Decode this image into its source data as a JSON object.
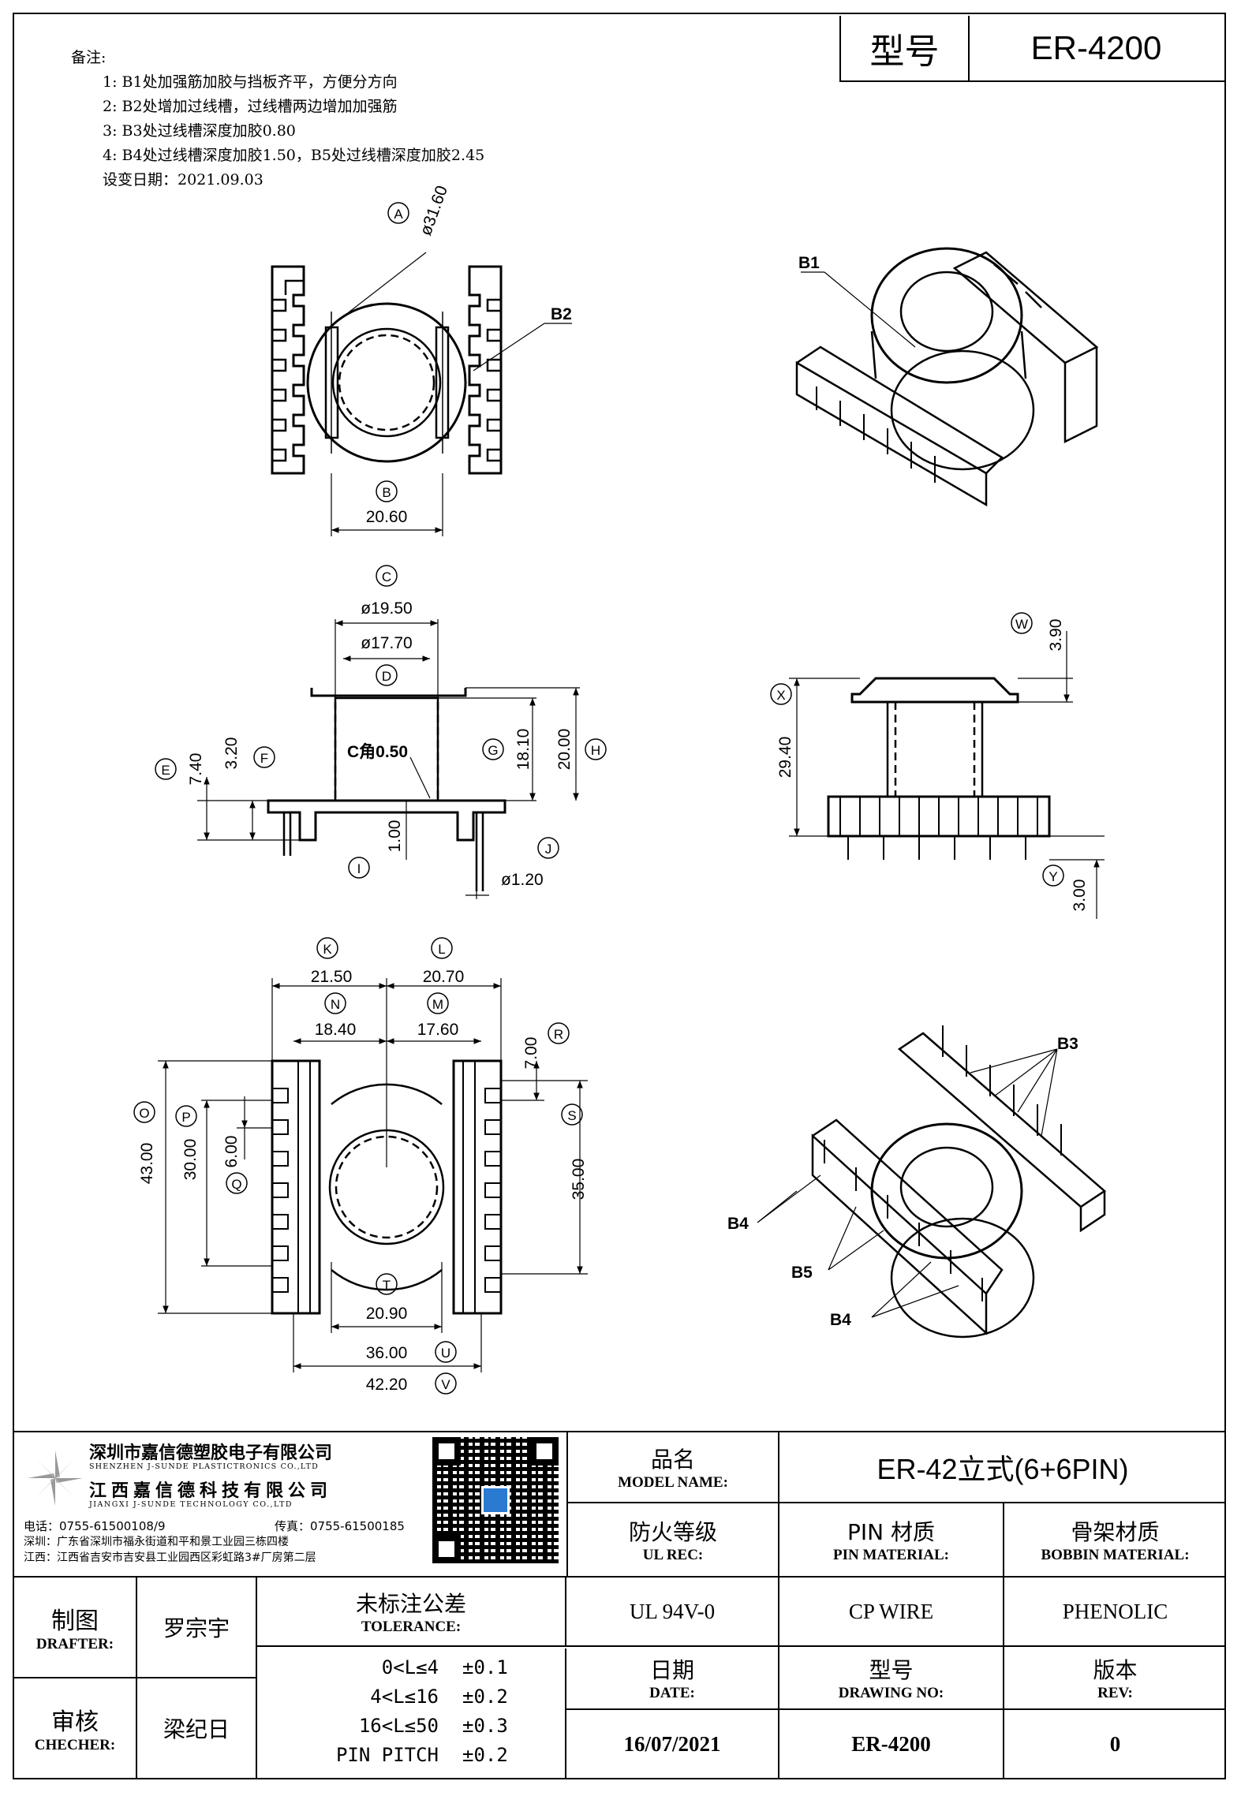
{
  "header": {
    "type_label": "型号",
    "type_value": "ER-4200"
  },
  "notes": {
    "title": "备注:",
    "items": [
      "1: B1处加强筋加胶与挡板齐平，方便分方向",
      "2: B2处增加过线槽，过线槽两边增加加强筋",
      "3: B3处过线槽深度加胶0.80",
      "4: B4处过线槽深度加胶1.50，B5处过线槽深度加胶2.45"
    ],
    "change_date": "设变日期：2021.09.03"
  },
  "top_view": {
    "a_marker": "A",
    "a_dim": "ø31.60",
    "b_marker": "B",
    "b_dim": "20.60",
    "b2": "B2"
  },
  "iso_top": {
    "b1": "B1"
  },
  "front_view": {
    "c_marker": "C",
    "c_dim": "ø19.50",
    "d_marker": "D",
    "d_dim": "ø17.70",
    "chamfer": "C角0.50",
    "e_marker": "E",
    "e_dim": "7.40",
    "f_marker": "F",
    "f_dim": "3.20",
    "g_marker": "G",
    "g_dim": "18.10",
    "h_marker": "H",
    "h_dim": "20.00",
    "i_marker": "I",
    "i_dim": "1.00",
    "j_marker": "J",
    "j_dim": "ø1.20"
  },
  "side_view": {
    "w_marker": "W",
    "w_dim": "3.90",
    "x_marker": "X",
    "x_dim": "29.40",
    "y_marker": "Y",
    "y_dim": "3.00"
  },
  "bottom_view": {
    "k_marker": "K",
    "k_dim": "21.50",
    "l_marker": "L",
    "l_dim": "20.70",
    "n_marker": "N",
    "n_dim": "18.40",
    "m_marker": "M",
    "m_dim": "17.60",
    "r_marker": "R",
    "r_dim": "7.00",
    "o_marker": "O",
    "o_dim": "43.00",
    "p_marker": "P",
    "p_dim": "30.00",
    "q_marker": "Q",
    "q_dim": "6.00",
    "s_marker": "S",
    "s_dim": "35.00",
    "t_marker": "T",
    "t_dim": "20.90",
    "u_marker": "U",
    "u_dim": "36.00",
    "v_marker": "V",
    "v_dim": "42.20"
  },
  "iso_bottom": {
    "b3": "B3",
    "b4a": "B4",
    "b5": "B5",
    "b4b": "B4"
  },
  "company": {
    "name_sz": "深圳市嘉信德塑胶电子有限公司",
    "name_sz_en": "SHENZHEN J-SUNDE PLASTICTRONICS CO.,LTD",
    "name_jx": "江西嘉信德科技有限公司",
    "name_jx_en": "JIANGXI J-SUNDE TECHNOLOGY CO.,LTD",
    "tel": "电话：0755-61500108/9",
    "fax": "传真：0755-61500185",
    "addr_sz": "深圳：广东省深圳市福永街道和平和景工业园三栋四楼",
    "addr_jx": "江西：江西省吉安市吉安县工业园西区彩虹路3#厂房第二层"
  },
  "title_block": {
    "model_name_cn": "品名",
    "model_name_en": "MODEL NAME:",
    "model_name_value": "ER-42立式(6+6PIN)",
    "ul_cn": "防火等级",
    "ul_en": "UL REC:",
    "ul_value": "UL 94V-0",
    "pin_cn": "PIN 材质",
    "pin_en": "PIN MATERIAL:",
    "pin_value": "CP WIRE",
    "bobbin_cn": "骨架材质",
    "bobbin_en": "BOBBIN MATERIAL:",
    "bobbin_value": "PHENOLIC",
    "drafter_cn": "制图",
    "drafter_en": "DRAFTER:",
    "drafter_value": "罗宗宇",
    "checker_cn": "审核",
    "checker_en": "CHECHER:",
    "checker_value": "梁纪日",
    "tol_cn": "未标注公差",
    "tol_en": "TOLERANCE:",
    "tol_rows": [
      {
        "range": "0<L≤4",
        "value": "±0.1"
      },
      {
        "range": "4<L≤16",
        "value": "±0.2"
      },
      {
        "range": "16<L≤50",
        "value": "±0.3"
      },
      {
        "range": "PIN PITCH",
        "value": "±0.2"
      }
    ],
    "date_cn": "日期",
    "date_en": "DATE:",
    "date_value": "16/07/2021",
    "dwg_cn": "型号",
    "dwg_en": "DRAWING NO:",
    "dwg_value": "ER-4200",
    "rev_cn": "版本",
    "rev_en": "REV:",
    "rev_value": "0"
  }
}
